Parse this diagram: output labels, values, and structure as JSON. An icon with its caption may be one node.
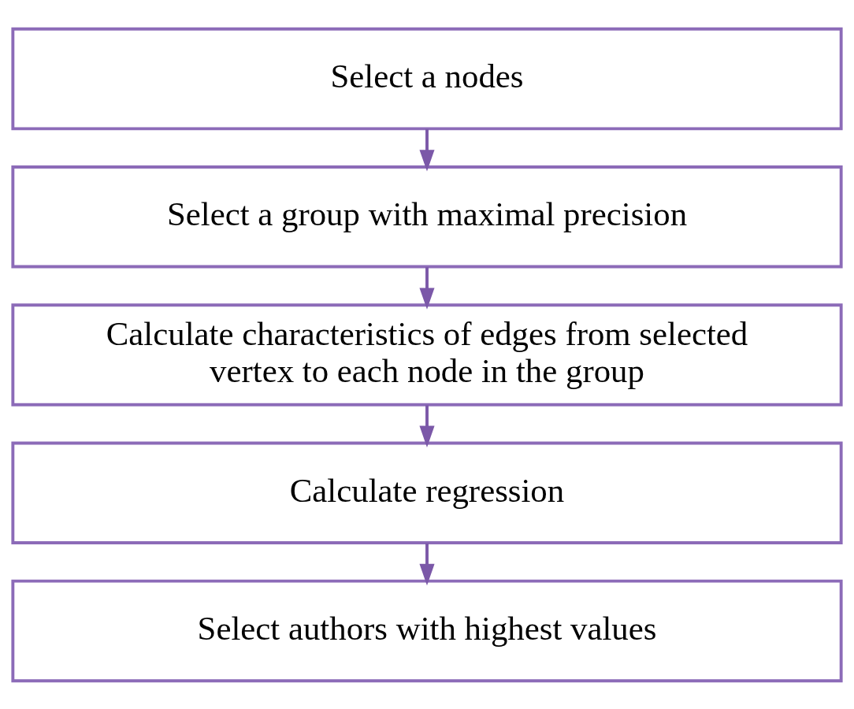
{
  "diagram": {
    "nodes": [
      {
        "text": [
          "Select a nodes"
        ]
      },
      {
        "text": [
          "Select a group with maximal precision"
        ]
      },
      {
        "text": [
          "Calculate characteristics of edges from selected vertex to each node in the group"
        ]
      },
      {
        "text": [
          "Calculate regression"
        ]
      },
      {
        "text": [
          "Select authors with highest values"
        ]
      }
    ],
    "edges": [
      {
        "from": 0,
        "to": 1,
        "arrow": "to"
      },
      {
        "from": 1,
        "to": 2,
        "arrow": "to"
      },
      {
        "from": 2,
        "to": 3,
        "arrow": "to"
      },
      {
        "from": 3,
        "to": 4,
        "arrow": "to"
      }
    ]
  }
}
